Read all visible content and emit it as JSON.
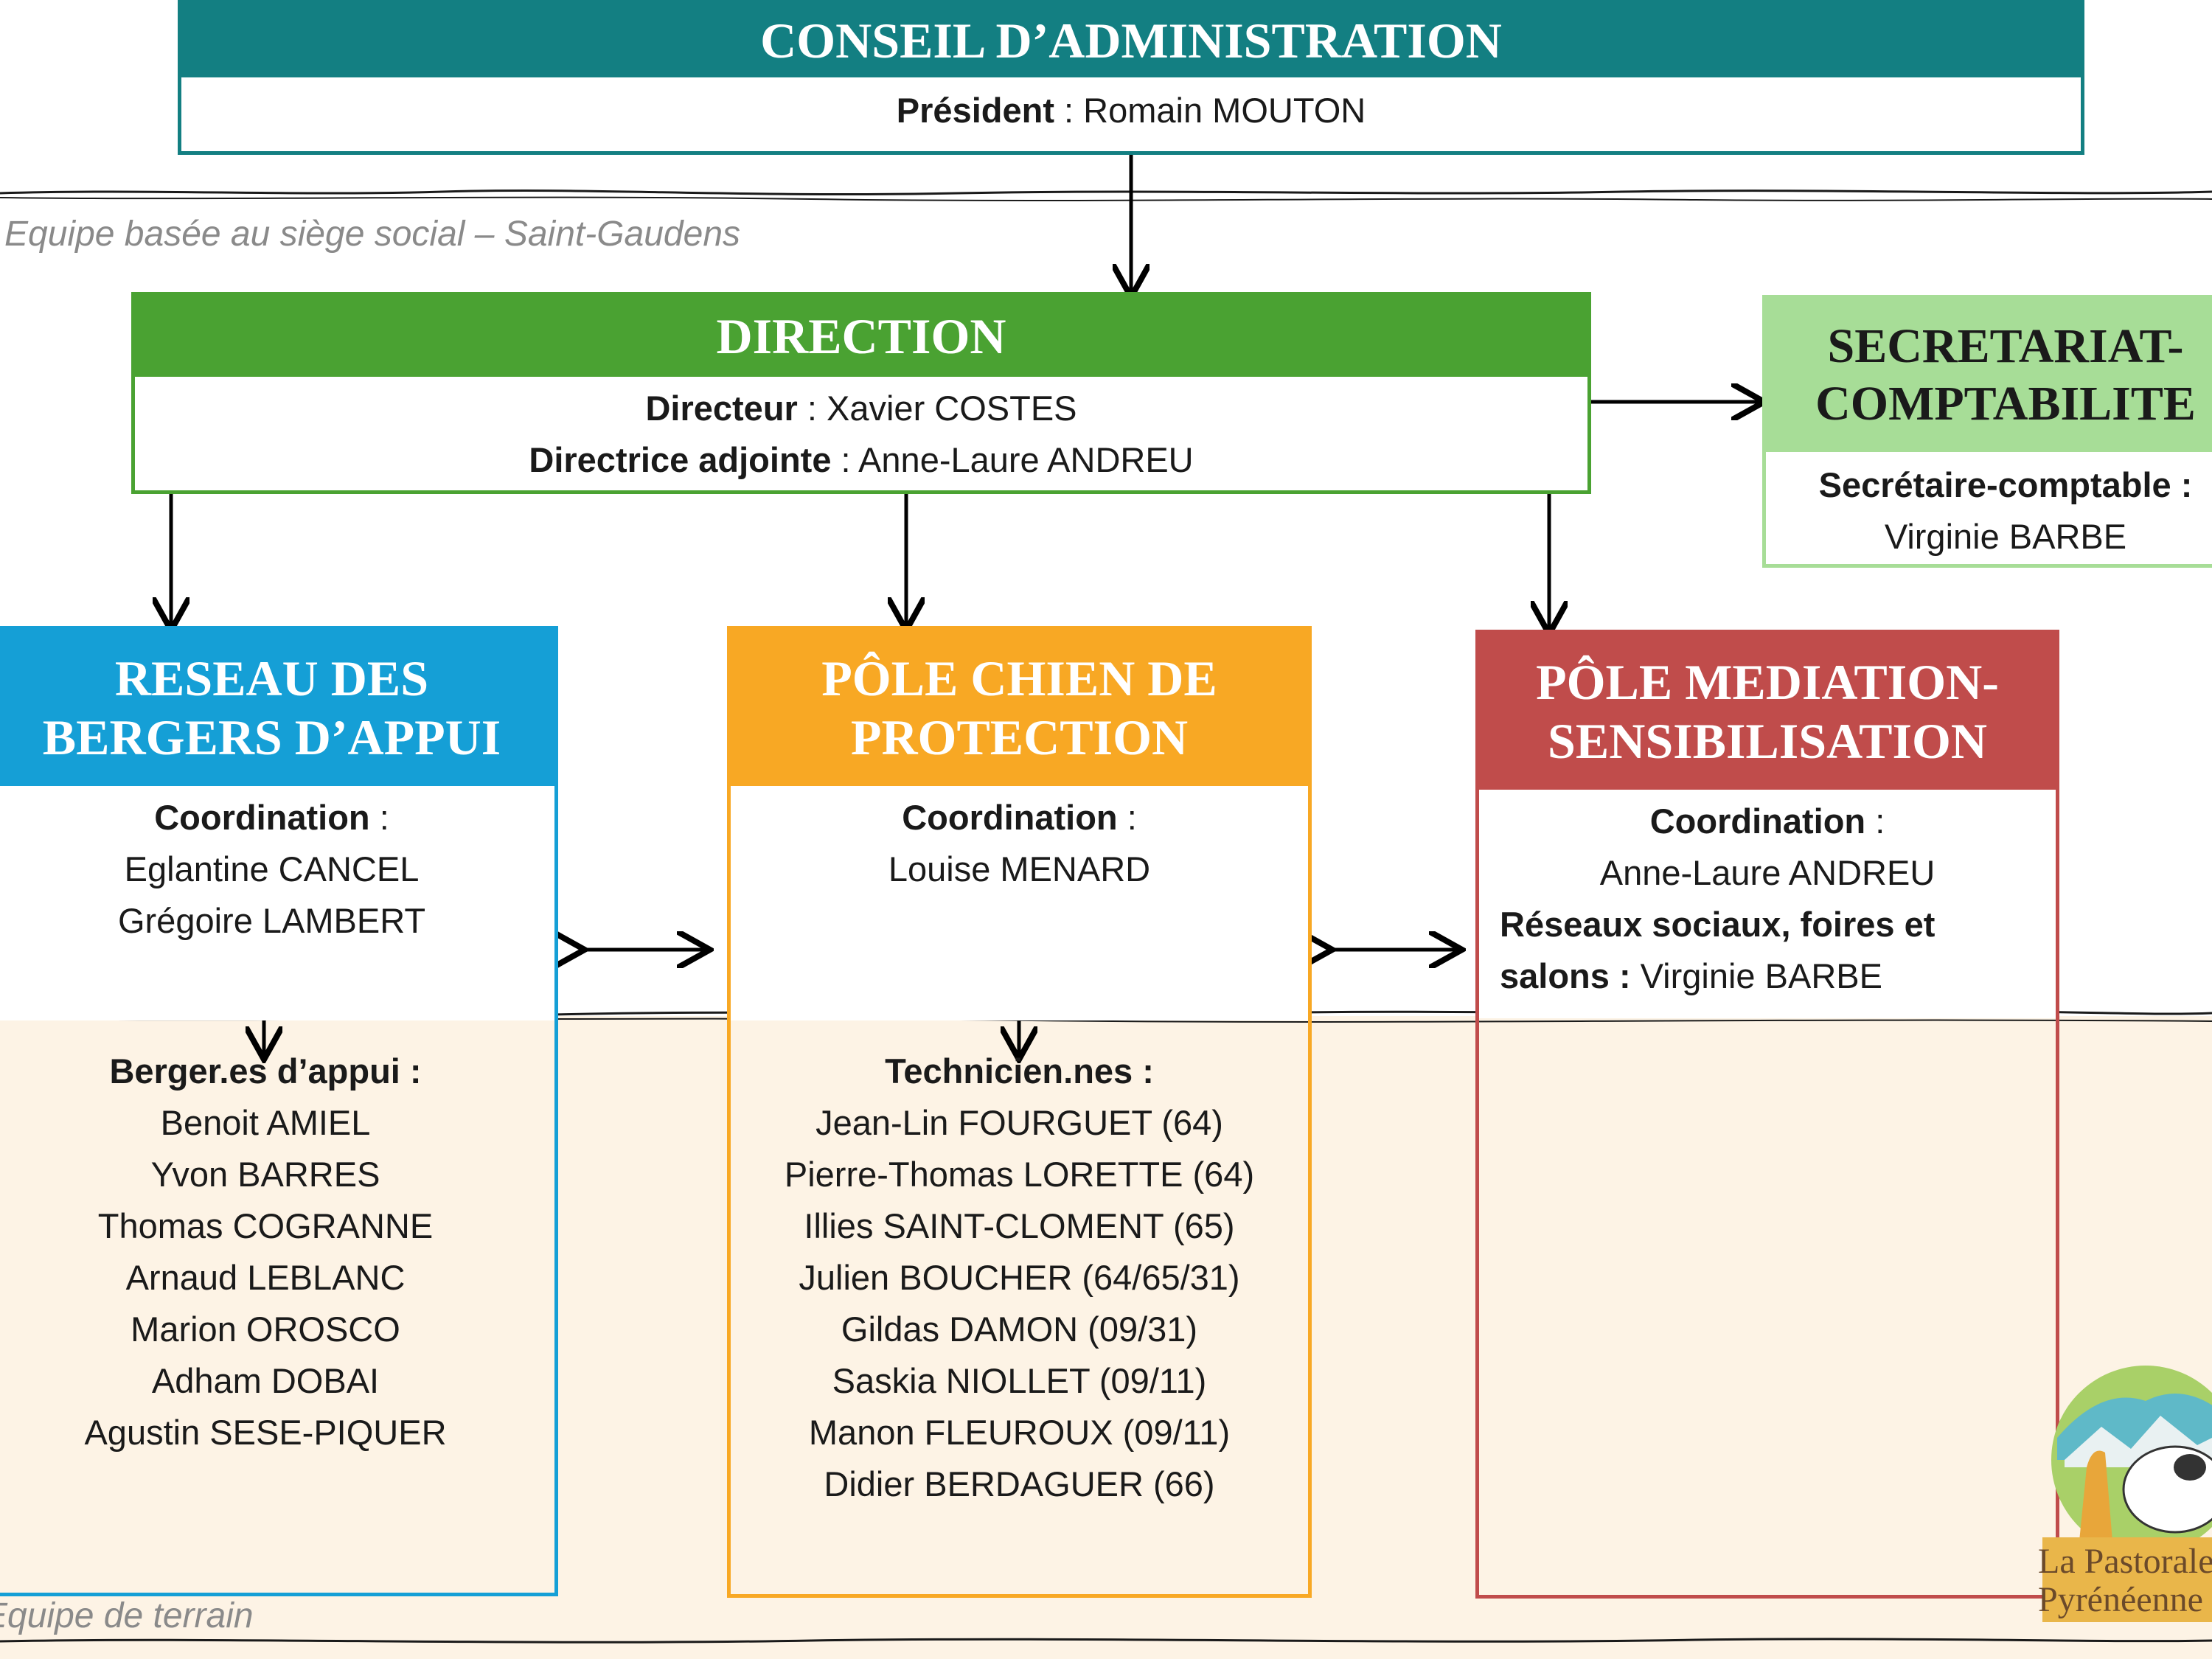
{
  "captions": {
    "siege": "Equipe basée au siège social – Saint-Gaudens",
    "terrain": "Equipe de terrain"
  },
  "conseil": {
    "title": "CONSEIL D’ADMINISTRATION",
    "role": "Président",
    "sep": " : ",
    "name": "Romain MOUTON"
  },
  "direction": {
    "title": "DIRECTION",
    "role1": "Directeur",
    "name1": "Xavier COSTES",
    "role2": "Directrice adjointe",
    "name2": "Anne-Laure ANDREU",
    "sep": " : "
  },
  "secretariat": {
    "title_line1": "SECRETARIAT-",
    "title_line2": "COMPTABILITE",
    "role": "Secrétaire-comptable :",
    "name": "Virginie BARBE"
  },
  "reseau": {
    "title_line1": "RESEAU DES",
    "title_line2": "BERGERS D’APPUI",
    "coord_label": "Coordination",
    "coord_sep": " :",
    "coord_names": [
      "Eglantine CANCEL",
      "Grégoire LAMBERT"
    ],
    "list_title": "Berger.es d’appui :",
    "members": [
      "Benoit AMIEL",
      "Yvon BARRES",
      "Thomas COGRANNE",
      "Arnaud LEBLANC",
      "Marion OROSCO",
      "Adham DOBAI",
      "Agustin SESE-PIQUER"
    ]
  },
  "chien": {
    "title_line1": "PÔLE CHIEN DE",
    "title_line2": "PROTECTION",
    "coord_label": "Coordination",
    "coord_sep": " :",
    "coord_names": [
      "Louise MENARD"
    ],
    "list_title": "Technicien.nes :",
    "members": [
      "Jean-Lin FOURGUET (64)",
      "Pierre-Thomas LORETTE (64)",
      "Illies SAINT-CLOMENT (65)",
      "Julien BOUCHER (64/65/31)",
      "Gildas DAMON (09/31)",
      "Saskia NIOLLET (09/11)",
      "Manon FLEUROUX (09/11)",
      "Didier BERDAGUER (66)"
    ]
  },
  "mediation": {
    "title_line1": "PÔLE MEDIATION-",
    "title_line2": "SENSIBILISATION",
    "coord_label": "Coordination",
    "coord_sep": " :",
    "coord_name": "Anne-Laure ANDREU",
    "extra_label_line1": "Réseaux sociaux, foires et",
    "extra_label_line2": "salons :",
    "extra_name": "Virginie BARBE"
  },
  "logo": {
    "line1": "La Pastorale",
    "line2": "Pyrénéenne"
  },
  "colors": {
    "teal": "#137f82",
    "green": "#4aa232",
    "light_green": "#a7dd97",
    "blue": "#159fd6",
    "orange": "#f8a824",
    "red": "#c04c4b",
    "field_bg": "#fdf3e5"
  }
}
